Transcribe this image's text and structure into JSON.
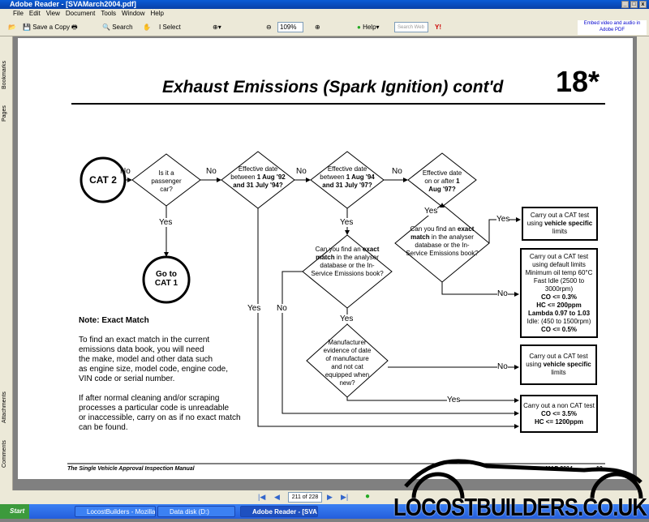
{
  "window": {
    "title": "Adobe Reader - [SVAMarch2004.pdf]"
  },
  "menu": [
    "File",
    "Edit",
    "View",
    "Document",
    "Tools",
    "Window",
    "Help"
  ],
  "toolbar": {
    "save_copy": "Save a Copy",
    "search": "Search",
    "select": "Select",
    "zoom": "109%",
    "help": "Help",
    "search_web_placeholder": "Search Web",
    "promo": "Embed video and audio in Adobe PDF"
  },
  "side_tabs": [
    "Bookmarks",
    "Pages",
    "Attachments",
    "Comments"
  ],
  "document": {
    "title": "Exhaust Emissions (Spark Ignition) cont'd",
    "section": "18*",
    "footer_left": "The Single Vehicle Approval Inspection Manual",
    "footer_date": "MAR 2004",
    "footer_page": "13",
    "flow": {
      "cat2": "CAT 2",
      "cat1": "Go to CAT 1",
      "d1": "Is it a passenger car?",
      "d2a": "Effective date between",
      "d2b": "1 Aug '92 and 31 July '94?",
      "d3a": "Effective date between",
      "d3b": "1 Aug '94 and 31 July '97?",
      "d4a": "Effective date on or after",
      "d4b": "1 Aug '97?",
      "d5a": "Can you find an",
      "d5b": "exact match",
      "d5c": "in the analyser database or the In-Service Emissions book?",
      "d7": "Manufacturer evidence of date of manufacture and not cat equipped when new?",
      "yes": "Yes",
      "no": "No",
      "b1a": "Carry out a CAT test using",
      "b1b": "vehicle specific",
      "b1c": "limits",
      "b2a": "Carry out a CAT test using default limits Minimum oil temp 60°C Fast Idle (2500 to 3000rpm)",
      "b2b": "CO <= 0.3%",
      "b2c": "HC <= 200ppm",
      "b2d": "Lambda 0.97 to 1.03",
      "b2e": "Idle: (450 to 1500rpm)",
      "b2f": "CO <= 0.5%",
      "b4a": "Carry out a non CAT test",
      "b4b": "CO <= 3.5%",
      "b4c": "HC <= 1200ppm"
    },
    "note_title": "Note: Exact Match",
    "note_p1": [
      "To find an exact match in the current",
      "emissions data book, you will need",
      "the make, model and other data such",
      "as engine size, model code, engine code,",
      "VIN code or serial number."
    ],
    "note_p2": [
      "If after normal cleaning and/or scraping",
      "processes a particular code is unreadable",
      "or inaccessible, carry on as if no exact match",
      "can be found."
    ]
  },
  "status": {
    "page": "211 of 228"
  },
  "taskbar": {
    "start": "Start",
    "tasks": [
      "LocostBuilders - Mozilla Fi...",
      "Data disk (D:)",
      "Adobe Reader - [SVA..."
    ]
  },
  "watermark": "LOCOSTBUILDERS.CO.UK"
}
